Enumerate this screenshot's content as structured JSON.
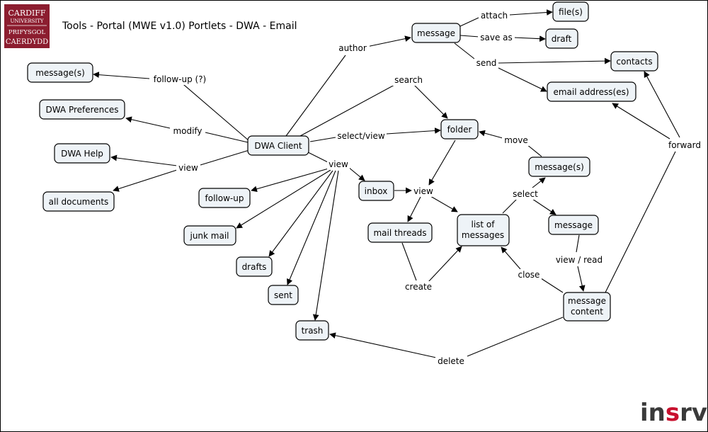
{
  "title": "Tools - Portal (MWE v1.0) Portlets - DWA - Email",
  "university_logo": {
    "line1": "CARDIFF",
    "line2": "UNIVERSITY",
    "line3": "PRIFYSGOL",
    "line4": "CAERDYDD",
    "color": "#8c1d2f"
  },
  "brand_logo": {
    "part1": "in",
    "part2": "s",
    "part3": "rv",
    "color_dark": "#3a3a3a",
    "color_accent": "#c8102e"
  },
  "nodes": {
    "message_followup": "message(s)",
    "dwa_preferences": "DWA Preferences",
    "dwa_help": "DWA Help",
    "all_documents": "all documents",
    "dwa_client": "DWA Client",
    "followup": "follow-up",
    "junk_mail": "junk mail",
    "drafts": "drafts",
    "sent": "sent",
    "trash": "trash",
    "inbox": "inbox",
    "mail_threads": "mail threads",
    "folder": "folder",
    "list_of_messages_1": "list of",
    "list_of_messages_2": "messages",
    "message_top": "message",
    "files": "file(s)",
    "draft": "draft",
    "contacts": "contacts",
    "email_addresses": "email address(es)",
    "messages_select": "message(s)",
    "message_view": "message",
    "message_content_1": "message",
    "message_content_2": "content"
  },
  "labels": {
    "follow_up": "follow-up (?)",
    "modify": "modify",
    "view_left": "view",
    "author": "author",
    "search": "search",
    "select_view": "select/view",
    "view_mid": "view",
    "view_inbox": "view",
    "create": "create",
    "move": "move",
    "select": "select",
    "close": "close",
    "view_read": "view / read",
    "delete": "delete",
    "attach": "attach",
    "save_as": "save as",
    "send": "send",
    "forward": "forward"
  },
  "colors": {
    "node_fill": "#eef3f7",
    "stroke": "#000000"
  }
}
